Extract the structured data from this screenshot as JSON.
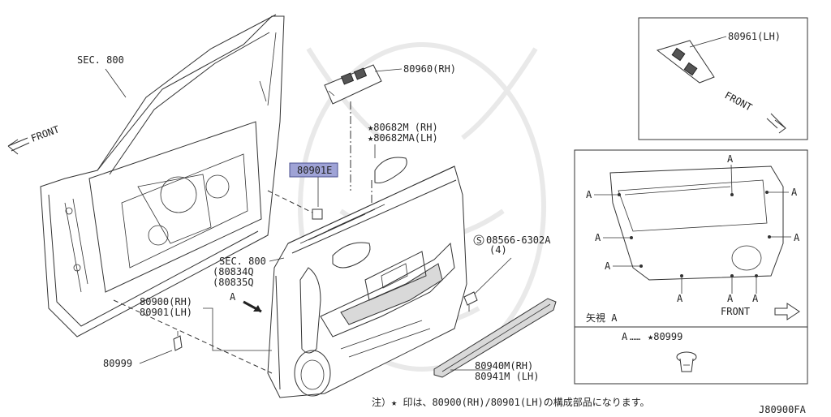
{
  "labels": {
    "sec800_top": "SEC. 800",
    "front_left": "FRONT",
    "switch_rh": "80960(RH)",
    "switch_lh": "80961(LH)",
    "front_inset": "FRONT",
    "seal_rh": "★80682M (RH)",
    "seal_lh": "★80682MA(LH)",
    "highlight_part": "80901E",
    "screw_part": "08566-6302A",
    "screw_qty": "(4)",
    "sec800_mid": "SEC. 800",
    "sec800_sub1": "(80834Q",
    "sec800_sub2": "(80835Q",
    "view_a_marker": "A",
    "trim_rh": "80900(RH)",
    "trim_lh": "80901(LH)",
    "clip_part": "80999",
    "strip_rh": "80940M(RH)",
    "strip_lh": "80941M (LH)",
    "view_a_title": "矢視 A",
    "front_view": "FRONT",
    "clip_legend_a": "A",
    "clip_legend_dots": "……",
    "clip_legend_part": "★80999",
    "footnote": "注）★ 印は、80900(RH)/80901(LH)の構成部品になります。",
    "diagram_code": "J80900FA"
  },
  "view_a_points": [
    "A",
    "A",
    "A",
    "A",
    "A",
    "A",
    "A",
    "A",
    "A"
  ],
  "colors": {
    "highlight_fill": "#9fa3d6",
    "highlight_border": "#4a4f8f",
    "line": "#333333"
  }
}
